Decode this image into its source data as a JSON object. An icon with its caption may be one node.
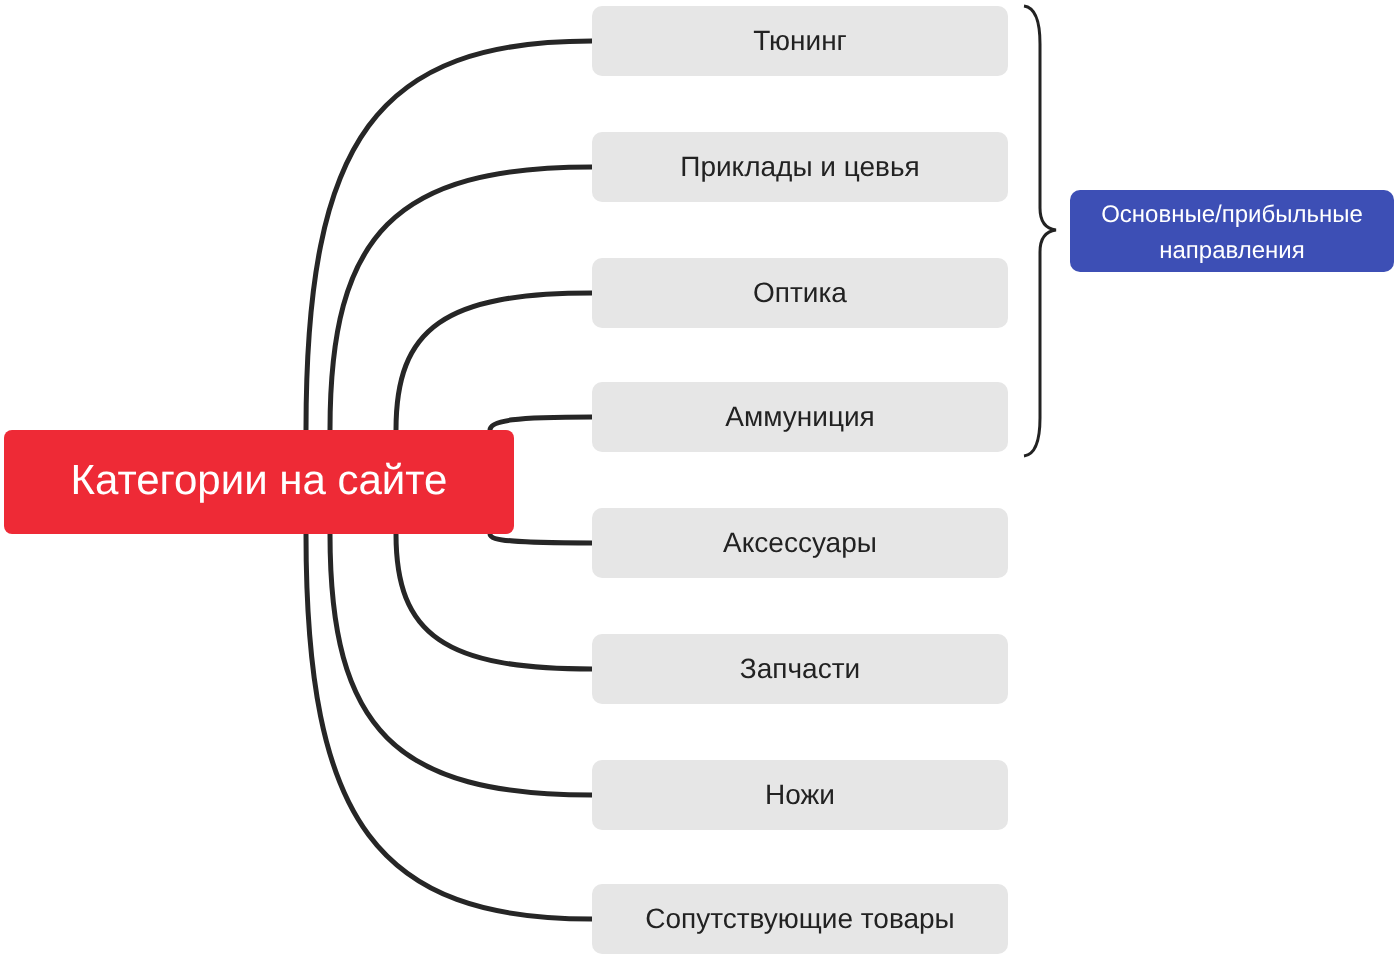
{
  "diagram": {
    "nodes": [
      {
        "text": [
          "Категории на сайте"
        ]
      },
      {
        "text": [
          "Тюнинг"
        ]
      },
      {
        "text": [
          "Приклады и цевья"
        ]
      },
      {
        "text": [
          "Оптика"
        ]
      },
      {
        "text": [
          "Аммуниция"
        ]
      },
      {
        "text": [
          "Аксессуары"
        ]
      },
      {
        "text": [
          "Запчасти"
        ]
      },
      {
        "text": [
          "Ножи"
        ]
      },
      {
        "text": [
          "Сопутствующие товары"
        ]
      },
      {
        "text": [
          "Основные/прибыльные направления"
        ]
      }
    ],
    "edges": [
      {
        "from": 0,
        "to": 1,
        "arrow": "none"
      },
      {
        "from": 0,
        "to": 2,
        "arrow": "none"
      },
      {
        "from": 0,
        "to": 3,
        "arrow": "none"
      },
      {
        "from": 0,
        "to": 4,
        "arrow": "none"
      },
      {
        "from": 0,
        "to": 5,
        "arrow": "none"
      },
      {
        "from": 0,
        "to": 6,
        "arrow": "none"
      },
      {
        "from": 0,
        "to": 7,
        "arrow": "none"
      },
      {
        "from": 0,
        "to": 8,
        "arrow": "none"
      }
    ]
  }
}
